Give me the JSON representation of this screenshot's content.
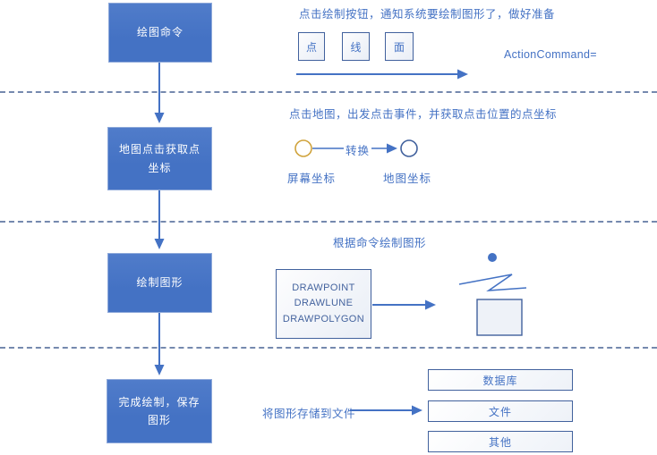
{
  "palette": {
    "primary_blue": "#4472C4",
    "dark_blue": "#41619D",
    "gold": "#D0A33C",
    "divider_blue": "#7589AE",
    "box_text": "#FFFFFF"
  },
  "flow": {
    "steps": [
      {
        "label": "绘图命令"
      },
      {
        "label": "地图点击获取点坐标"
      },
      {
        "label": "绘制图形"
      },
      {
        "label": "完成绘制，保存图形"
      }
    ]
  },
  "section1": {
    "caption": "点击绘制按钮，通知系统要绘制图形了，做好准备",
    "options": [
      "点",
      "线",
      "面"
    ],
    "code_label": "ActionCommand="
  },
  "section2": {
    "caption": "点击地图，出发点击事件，并获取点击位置的点坐标",
    "transform_label": "转换",
    "screen_label": "屏幕坐标",
    "map_label": "地图坐标"
  },
  "section3": {
    "caption": "根据命令绘制图形",
    "commands": [
      "DRAWPOINT",
      "DRAWLUNE",
      "DRAWPOLYGON"
    ]
  },
  "section4": {
    "caption": "将图形存储到文件",
    "targets": [
      "数据库",
      "文件",
      "其他"
    ]
  }
}
